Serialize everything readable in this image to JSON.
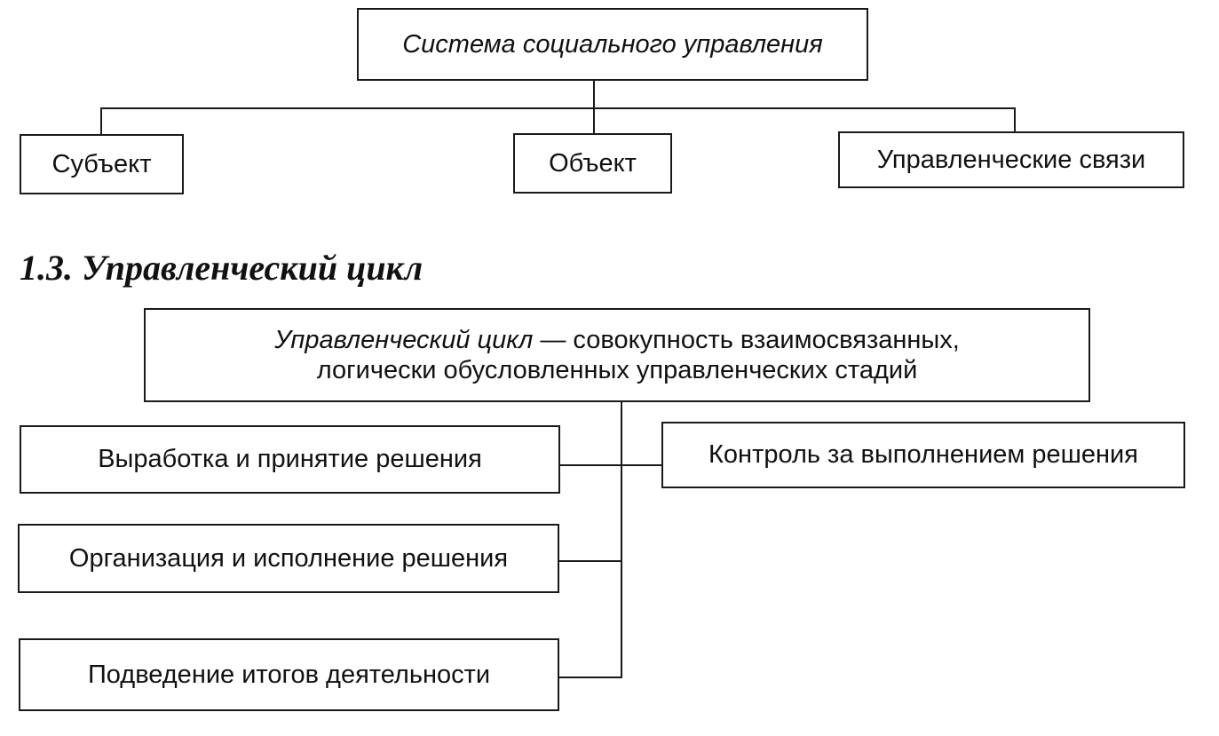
{
  "system": {
    "title": "Система социального управления",
    "children": [
      "Субъект",
      "Объект",
      "Управленческие связи"
    ]
  },
  "section": {
    "heading": "1.3. Управленческий цикл"
  },
  "cycle": {
    "definition_term": "Управленческий цикл",
    "definition_rest": " — совокупность взаимосвязанных,",
    "definition_line2": "логически обусловленных управленческих стадий",
    "stages": [
      "Выработка и принятие решения",
      "Организация и исполнение решения",
      "Подведение итогов деятельности",
      "Контроль за выполнением решения"
    ]
  }
}
